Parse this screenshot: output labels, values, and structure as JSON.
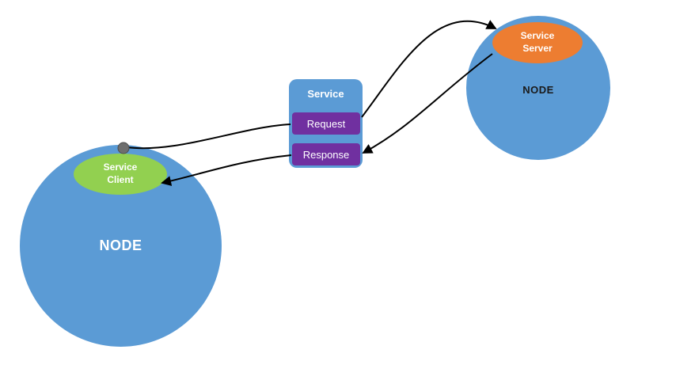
{
  "diagram": {
    "left_node": {
      "label": "NODE"
    },
    "right_node": {
      "label": "NODE"
    },
    "service_client": {
      "line1": "Service",
      "line2": "Client"
    },
    "service_server": {
      "line1": "Service",
      "line2": "Server"
    },
    "service_box": {
      "title": "Service",
      "request": "Request",
      "response": "Response"
    },
    "colors": {
      "node_blue": "#5b9bd5",
      "client_green": "#92d050",
      "server_orange": "#ed7d31",
      "message_purple": "#7030a0",
      "arrow_black": "#000000",
      "connection_dot_gray": "#6e6e6e",
      "background": "#ffffff"
    }
  }
}
